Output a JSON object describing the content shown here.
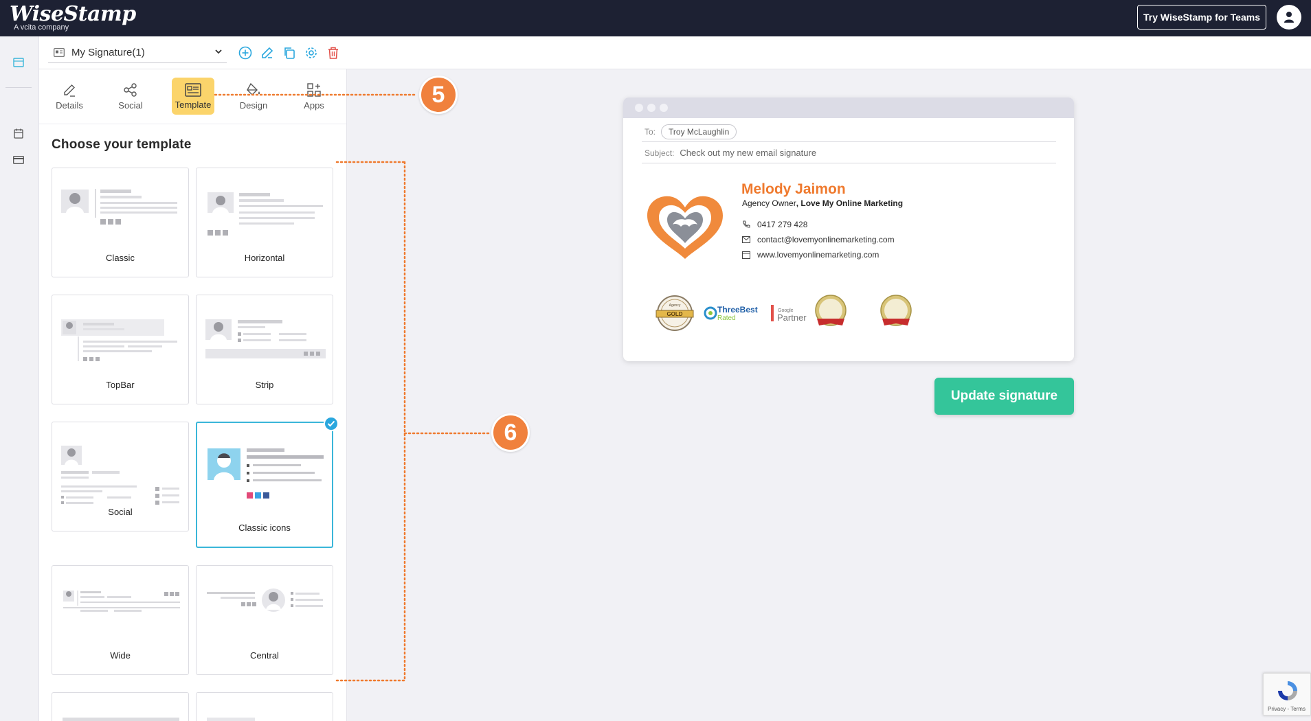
{
  "brand": {
    "name": "WiseStamp",
    "tagline": "A vcita company"
  },
  "header": {
    "teams_button": "Try WiseStamp for Teams"
  },
  "toolbar": {
    "signature_select": "My Signature(1)"
  },
  "tabs": [
    {
      "label": "Details",
      "icon": "pencil-icon"
    },
    {
      "label": "Social",
      "icon": "share-icon"
    },
    {
      "label": "Template",
      "icon": "template-icon",
      "active": true
    },
    {
      "label": "Design",
      "icon": "paint-bucket-icon"
    },
    {
      "label": "Apps",
      "icon": "apps-icon"
    }
  ],
  "panel": {
    "title": "Choose your template"
  },
  "templates": [
    {
      "label": "Classic"
    },
    {
      "label": "Horizontal"
    },
    {
      "label": "TopBar"
    },
    {
      "label": "Strip"
    },
    {
      "label": "Social"
    },
    {
      "label": "Classic icons",
      "selected": true
    },
    {
      "label": "Wide"
    },
    {
      "label": "Central"
    }
  ],
  "annotations": {
    "step5": "5",
    "step6": "6"
  },
  "email": {
    "to_label": "To:",
    "to_value": "Troy McLaughlin",
    "subject_label": "Subject:",
    "subject_value": "Check out my new email signature"
  },
  "signature": {
    "name": "Melody Jaimon",
    "role": "Agency Owner",
    "company": ", Love My Online Marketing",
    "phone": "0417 279 428",
    "email": "contact@lovemyonlinemarketing.com",
    "website": "www.lovemyonlinemarketing.com",
    "badges": {
      "gold_top": "Agency",
      "gold": "GOLD",
      "threebest": "ThreeBest",
      "rated": "Rated",
      "google": "Google",
      "partner": "Partner"
    }
  },
  "update_button": "Update signature",
  "recaptcha": "Privacy - Terms",
  "colors": {
    "header_bg": "#1d2133",
    "accent_orange": "#ef7a2e",
    "update_green": "#34c59a",
    "tab_active": "#fbd46b",
    "selected_border": "#3ab6d9"
  }
}
